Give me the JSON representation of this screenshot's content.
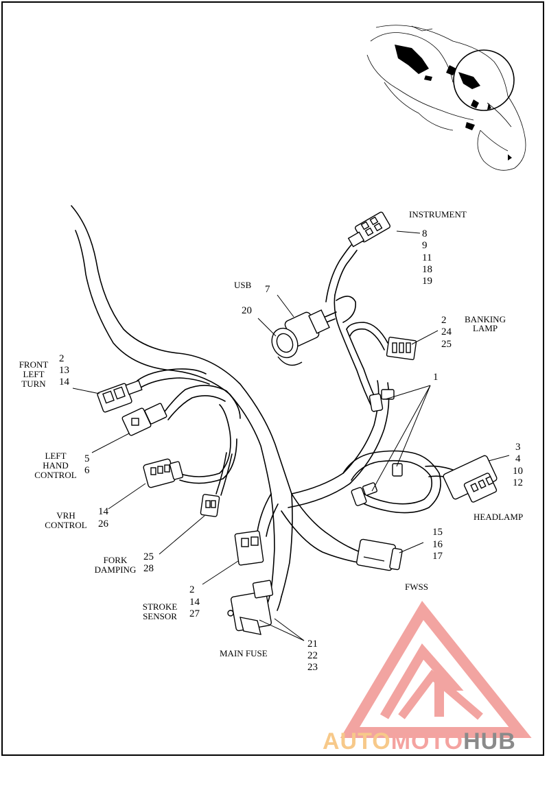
{
  "labels": {
    "instrument": "INSTRUMENT",
    "usb": "USB",
    "banking_lamp": [
      "BANKING",
      "LAMP"
    ],
    "front_left_turn": [
      "FRONT",
      "LEFT",
      "TURN"
    ],
    "left_hand_control": [
      "LEFT",
      "HAND",
      "CONTROL"
    ],
    "vrh_control": [
      "VRH",
      "CONTROL"
    ],
    "fork_damping": [
      "FORK",
      "DAMPING"
    ],
    "stroke_sensor": [
      "STROKE",
      "SENSOR"
    ],
    "main_fuse": "MAIN FUSE",
    "headlamp": "HEADLAMP",
    "fwss": "FWSS"
  },
  "callouts": {
    "instrument": [
      "8",
      "9",
      "11",
      "18",
      "19"
    ],
    "usb": [
      "7",
      "20"
    ],
    "banking_lamp": [
      "2",
      "24",
      "25"
    ],
    "front_left_turn": [
      "2",
      "13",
      "14"
    ],
    "clip": [
      "1"
    ],
    "left_hand_control": [
      "5",
      "6"
    ],
    "headlamp": [
      "3",
      "4",
      "10",
      "12"
    ],
    "vrh_control": [
      "14",
      "26"
    ],
    "fwss": [
      "15",
      "16",
      "17"
    ],
    "fork_damping": [
      "25",
      "28"
    ],
    "stroke_sensor": [
      "2",
      "14",
      "27"
    ],
    "main_fuse": [
      "21",
      "22",
      "23"
    ]
  },
  "watermark": {
    "parts": [
      "AUTO",
      "MOTO",
      "HUB"
    ],
    "colors": {
      "auto": "#f7c98a",
      "moto": "#f4a3a0",
      "hub": "#8a8a8a",
      "logo": "#f2a09c"
    }
  }
}
